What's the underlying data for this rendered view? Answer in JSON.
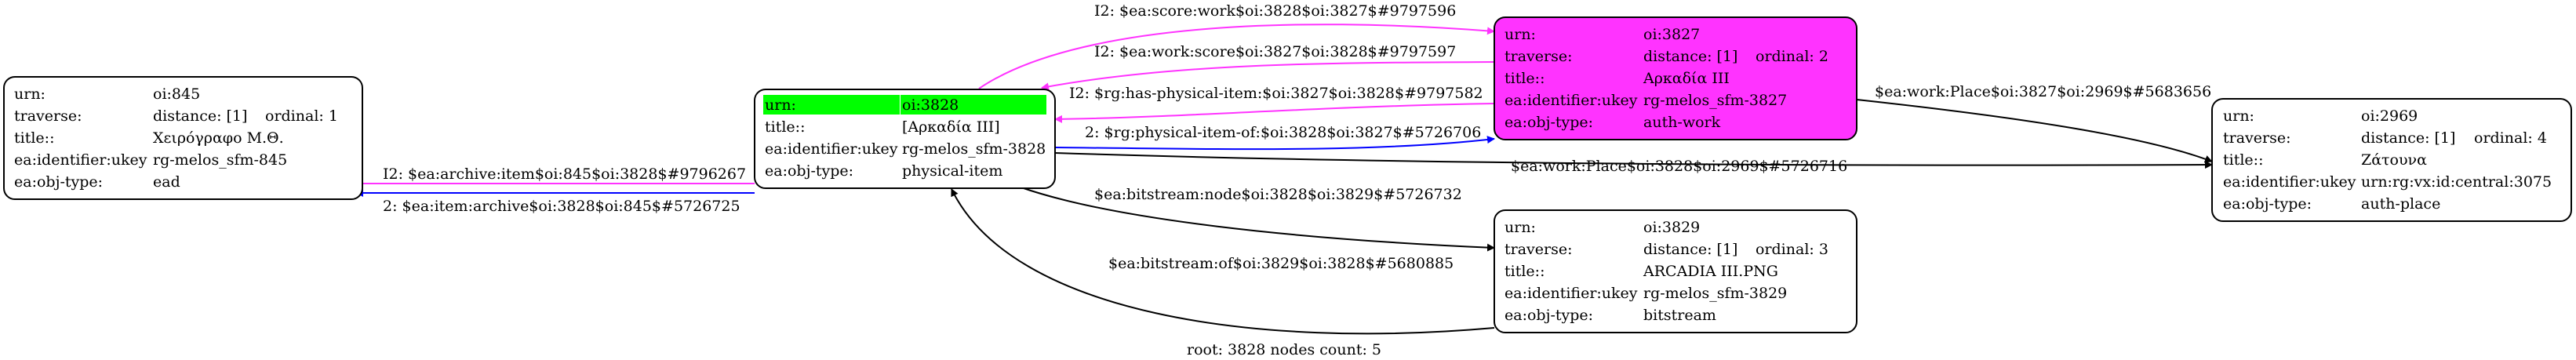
{
  "caption": "root: 3828 nodes count: 5",
  "colors": {
    "magenta": "#ff33ff",
    "blue": "#0000ff",
    "black": "#000000",
    "root_highlight": "#00ff00",
    "node_fill": "#ffffff",
    "focus_fill": "#ff33ff"
  },
  "nodes": [
    {
      "id": "oi845",
      "rows": [
        [
          "urn:",
          "oi:845"
        ],
        [
          "traverse:",
          "distance: [1]",
          "ordinal: 1"
        ],
        [
          "title::",
          "Χειρόγραφο Μ.Θ."
        ],
        [
          "ea:identifier:ukey",
          "rg-melos_sfm-845"
        ],
        [
          "ea:obj-type:",
          "ead"
        ]
      ]
    },
    {
      "id": "oi3828",
      "root": true,
      "rows": [
        [
          "urn:",
          "oi:3828"
        ],
        [
          "title::",
          "[Αρκαδία III]"
        ],
        [
          "ea:identifier:ukey",
          "rg-melos_sfm-3828"
        ],
        [
          "ea:obj-type:",
          "physical-item"
        ]
      ]
    },
    {
      "id": "oi3827",
      "rows": [
        [
          "urn:",
          "oi:3827"
        ],
        [
          "traverse:",
          "distance: [1]",
          "ordinal: 2"
        ],
        [
          "title::",
          "Αρκαδία III"
        ],
        [
          "ea:identifier:ukey",
          "rg-melos_sfm-3827"
        ],
        [
          "ea:obj-type:",
          "auth-work"
        ]
      ]
    },
    {
      "id": "oi3829",
      "rows": [
        [
          "urn:",
          "oi:3829"
        ],
        [
          "traverse:",
          "distance: [1]",
          "ordinal: 3"
        ],
        [
          "title::",
          "ARCADIA III.PNG"
        ],
        [
          "ea:identifier:ukey",
          "rg-melos_sfm-3829"
        ],
        [
          "ea:obj-type:",
          "bitstream"
        ]
      ]
    },
    {
      "id": "oi2969",
      "rows": [
        [
          "urn:",
          "oi:2969"
        ],
        [
          "traverse:",
          "distance: [1]",
          "ordinal: 4"
        ],
        [
          "title::",
          "Ζάτουνα"
        ],
        [
          "ea:identifier:ukey",
          "urn:rg:vx:id:central:3075"
        ],
        [
          "ea:obj-type:",
          "auth-place"
        ]
      ]
    }
  ],
  "edges": [
    {
      "id": "e1",
      "label": "I2: $ea:archive:item$oi:845$oi:3828$#9796267",
      "color": "magenta"
    },
    {
      "id": "e2",
      "label": "2: $ea:item:archive$oi:3828$oi:845$#5726725",
      "color": "blue"
    },
    {
      "id": "e3",
      "label": "I2: $ea:score:work$oi:3828$oi:3827$#9797596",
      "color": "magenta"
    },
    {
      "id": "e4",
      "label": "I2: $ea:work:score$oi:3827$oi:3828$#9797597",
      "color": "magenta"
    },
    {
      "id": "e5",
      "label": "I2: $rg:has-physical-item:$oi:3827$oi:3828$#9797582",
      "color": "magenta"
    },
    {
      "id": "e6",
      "label": "2: $rg:physical-item-of:$oi:3828$oi:3827$#5726706",
      "color": "blue"
    },
    {
      "id": "e7",
      "label": "$ea:work:Place$oi:3827$oi:2969$#5683656",
      "color": "black"
    },
    {
      "id": "e8",
      "label": "$ea:work:Place$oi:3828$oi:2969$#5726716",
      "color": "black"
    },
    {
      "id": "e9",
      "label": "$ea:bitstream:node$oi:3828$oi:3829$#5726732",
      "color": "black"
    },
    {
      "id": "e10",
      "label": "$ea:bitstream:of$oi:3829$oi:3828$#5680885",
      "color": "black"
    }
  ]
}
